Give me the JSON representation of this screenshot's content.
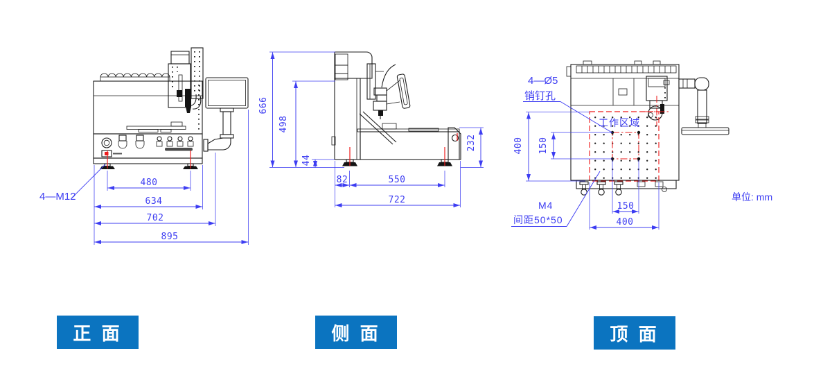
{
  "page": {
    "background": "#ffffff",
    "unit_note": "单位: mm"
  },
  "colors": {
    "dimension_blue": "#3d3df2",
    "annotation_red": "#ee1c1c",
    "drawing_black": "#1b1b1b",
    "view_button_blue": "#0b74c0",
    "view_button_text": "#ffffff"
  },
  "views": {
    "front": {
      "button_label": "正 面",
      "anchor_label": "4—M12",
      "dims": {
        "feet_span": "480",
        "body_width": "634",
        "base_width": "702",
        "overall_width": "895"
      }
    },
    "side": {
      "button_label": "侧 面",
      "dims": {
        "overall_height": "666",
        "column_height": "498",
        "foot_height": "44",
        "table_height": "232",
        "column_offset": "82",
        "feet_span": "550",
        "overall_depth": "722"
      }
    },
    "top": {
      "button_label": "顶 面",
      "pin_hole_label_line1": "4—Ø5",
      "pin_hole_label_line2": "销钉孔",
      "work_area_label": "工作区域",
      "m4_label_line1": "M4",
      "m4_label_line2": "间距50*50",
      "dims": {
        "work_depth": "400",
        "pin_spacing_v": "150",
        "pin_spacing_h": "150",
        "work_width": "400"
      }
    }
  }
}
